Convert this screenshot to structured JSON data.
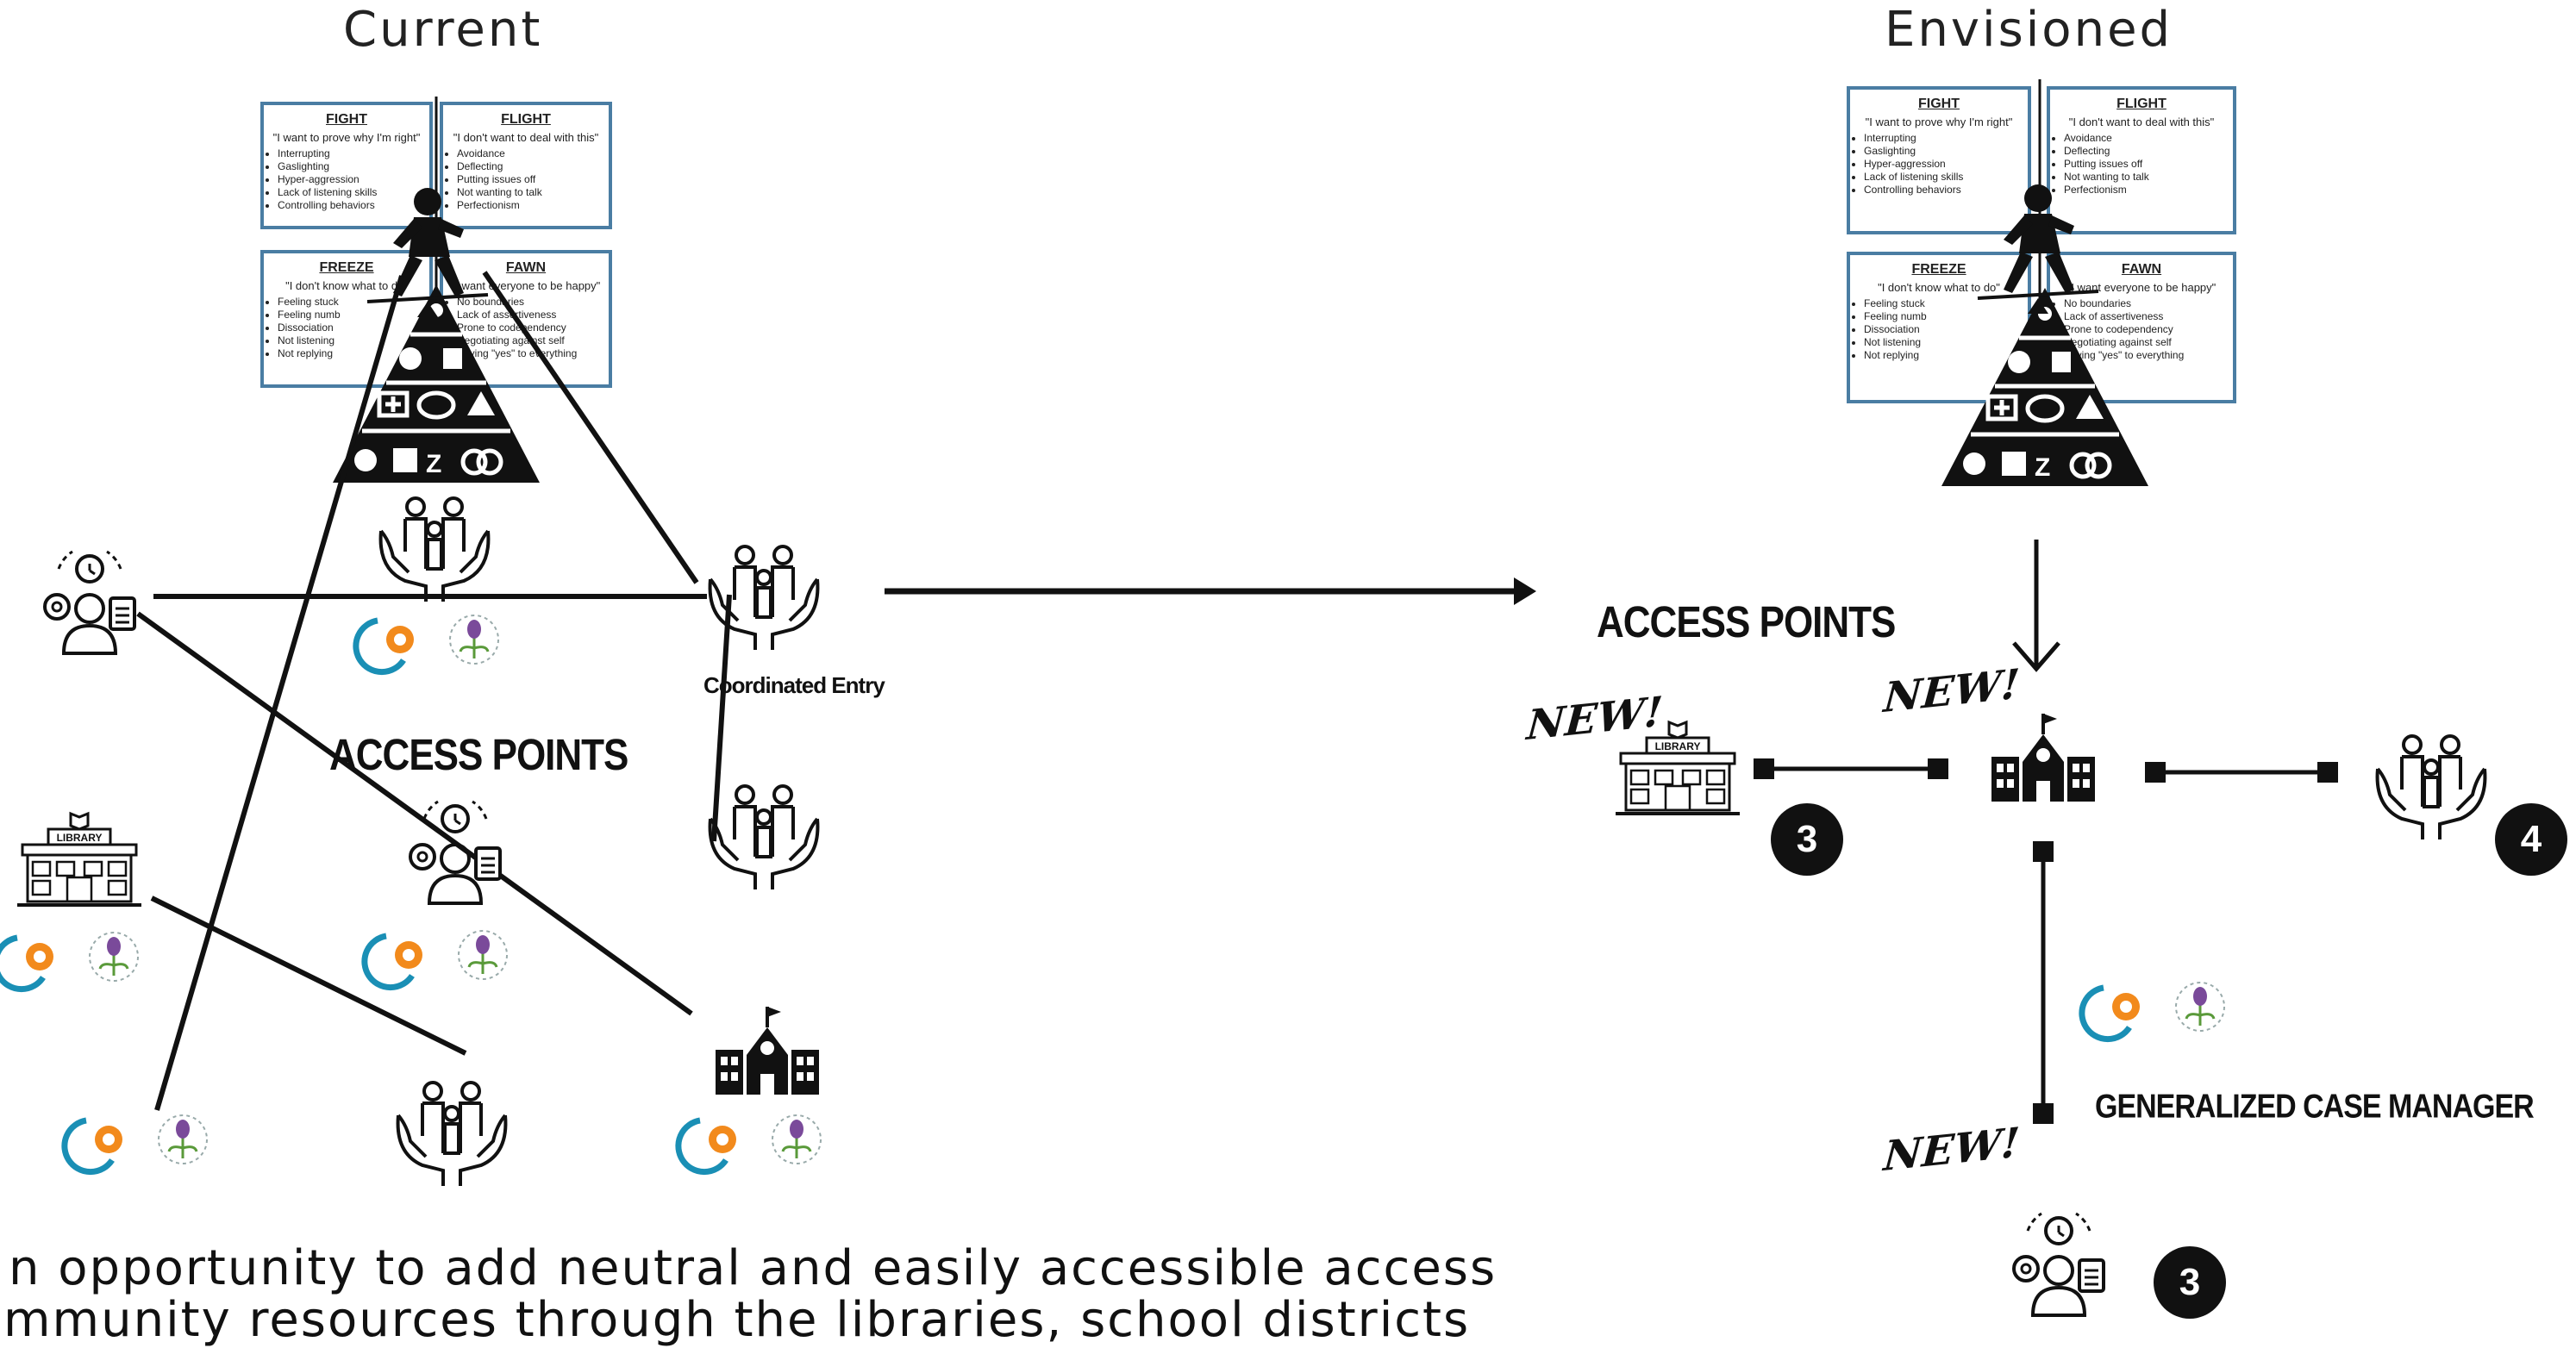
{
  "titles": {
    "current": "Current",
    "envisioned": "Envisioned"
  },
  "labels": {
    "access_points_left": "ACCESS POINTS",
    "access_points_right": "ACCESS POINTS",
    "coordinated_entry": "Coordinated Entry",
    "generalized_case_manager": "GENERALIZED CASE MANAGER",
    "library_sign": "LIBRARY",
    "new_tag": "NEW!"
  },
  "badges": {
    "library": "3",
    "family": "4",
    "case_manager": "3"
  },
  "trauma_responses": {
    "fight": {
      "title": "FIGHT",
      "quote": "\"I want to prove why I'm right\"",
      "items": [
        "Interrupting",
        "Gaslighting",
        "Hyper-aggression",
        "Lack of listening skills",
        "Controlling behaviors"
      ]
    },
    "flight": {
      "title": "FLIGHT",
      "quote": "\"I don't want to deal with this\"",
      "items": [
        "Avoidance",
        "Deflecting",
        "Putting issues off",
        "Not wanting to talk",
        "Perfectionism"
      ]
    },
    "freeze": {
      "title": "FREEZE",
      "quote": "\"I don't know what to do\"",
      "items": [
        "Feeling stuck",
        "Feeling numb",
        "Dissociation",
        "Not listening",
        "Not replying"
      ]
    },
    "fawn": {
      "title": "FAWN",
      "quote": "\"I want everyone to be happy\"",
      "items": [
        "No boundaries",
        "Lack of assertiveness",
        "Prone to codependency",
        "Negotiating against self",
        "Saying \"yes\" to everything"
      ]
    }
  },
  "caption": {
    "line1": "n opportunity to add neutral and easily accessible access",
    "line2": "mmunity resources through the libraries, school districts"
  },
  "colors": {
    "ink": "#111111",
    "box_border": "#4a7da3",
    "logo_teal": "#1a8fb5",
    "logo_orange": "#f28a1c",
    "logo_purple": "#7a4a9a",
    "logo_green": "#5a9a3a"
  },
  "icons": [
    "family-care-icon",
    "case-manager-icon",
    "library-icon",
    "school-icon",
    "hierarchy-pyramid-icon",
    "balancing-figure-icon",
    "partner-logo-icon",
    "plant-logo-icon",
    "arrow-right-icon",
    "arrow-down-icon"
  ]
}
